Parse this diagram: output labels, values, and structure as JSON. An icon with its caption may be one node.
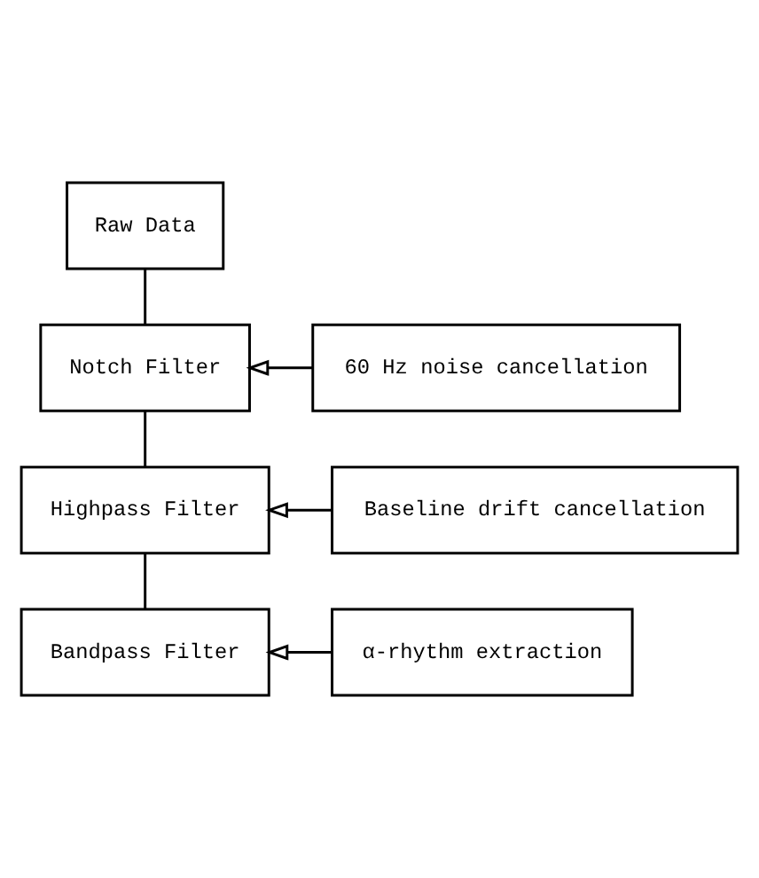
{
  "diagram": {
    "nodes": [
      {
        "text": [
          "Raw Data"
        ]
      },
      {
        "text": [
          "Notch Filter"
        ]
      },
      {
        "text": [
          "Highpass Filter"
        ]
      },
      {
        "text": [
          "Bandpass Filter"
        ]
      },
      {
        "text": [
          "60 Hz noise cancellation"
        ]
      },
      {
        "text": [
          "Baseline drift cancellation"
        ]
      },
      {
        "text": [
          "α-rhythm extraction"
        ]
      }
    ],
    "edges": [
      {
        "from": 0,
        "to": 1,
        "arrow": "none"
      },
      {
        "from": 1,
        "to": 2,
        "arrow": "none"
      },
      {
        "from": 2,
        "to": 3,
        "arrow": "none"
      },
      {
        "from": 4,
        "to": 1,
        "arrow": "to"
      },
      {
        "from": 5,
        "to": 2,
        "arrow": "to"
      },
      {
        "from": 6,
        "to": 3,
        "arrow": "to"
      }
    ]
  }
}
